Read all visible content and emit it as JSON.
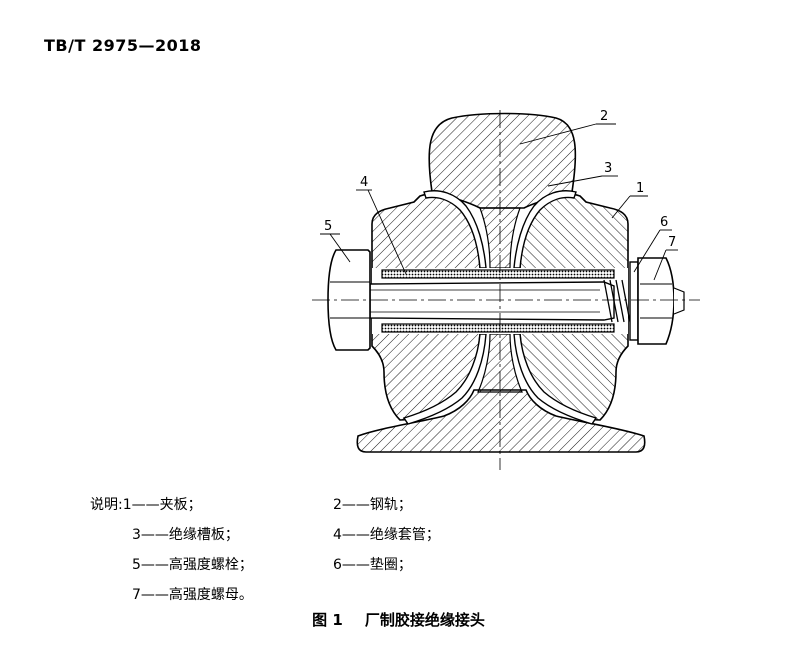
{
  "header": {
    "standard_code": "TB/T 2975—2018"
  },
  "figure": {
    "callouts": [
      "1",
      "2",
      "3",
      "4",
      "5",
      "6",
      "7"
    ],
    "caption_number": "图 1",
    "caption_title": "厂制胶接绝缘接头"
  },
  "legend": {
    "prefix": "说明:",
    "items": [
      "1——夹板；",
      "2——钢轨；",
      "3——绝缘槽板；",
      "4——绝缘套管；",
      "5——高强度螺栓；",
      "6——垫圈；",
      "7——高强度螺母。"
    ]
  }
}
